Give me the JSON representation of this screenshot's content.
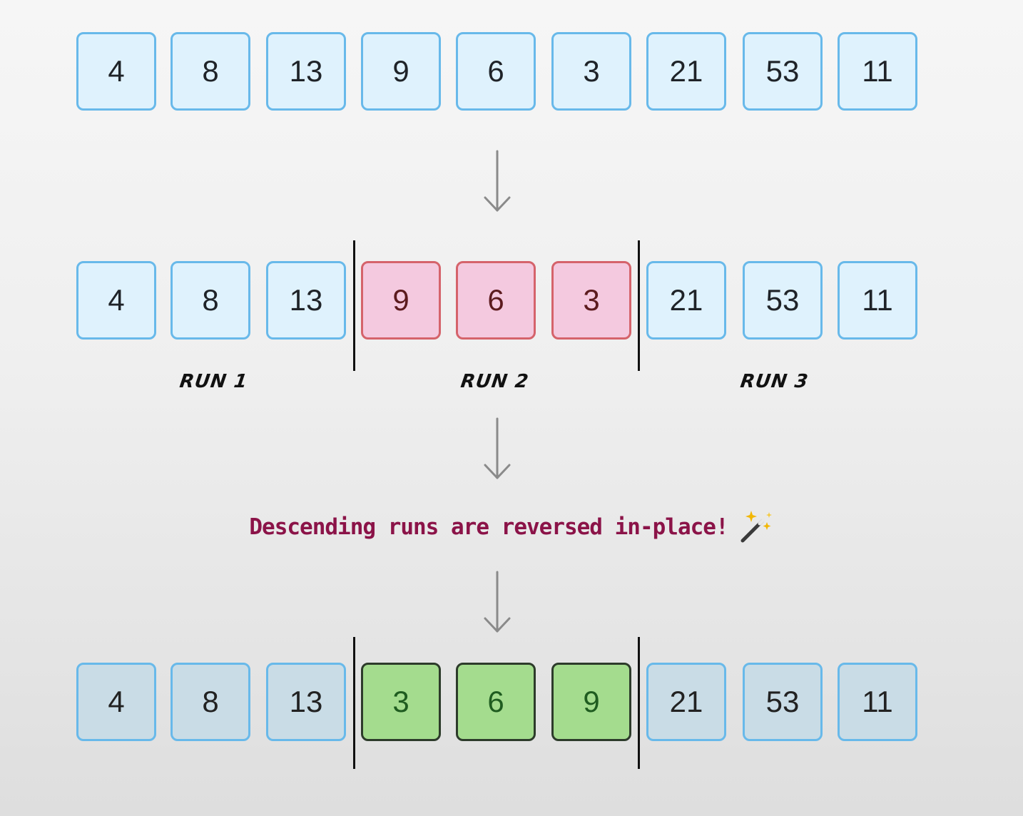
{
  "rows": [
    {
      "cells": [
        "4",
        "8",
        "13",
        "9",
        "6",
        "3",
        "21",
        "53",
        "11"
      ],
      "styles": [
        "plain",
        "plain",
        "plain",
        "plain",
        "plain",
        "plain",
        "plain",
        "plain",
        "plain"
      ]
    },
    {
      "cells": [
        "4",
        "8",
        "13",
        "9",
        "6",
        "3",
        "21",
        "53",
        "11"
      ],
      "styles": [
        "plain",
        "plain",
        "plain",
        "descending",
        "descending",
        "descending",
        "plain",
        "plain",
        "plain"
      ]
    },
    {
      "cells": [
        "4",
        "8",
        "13",
        "3",
        "6",
        "9",
        "21",
        "53",
        "11"
      ],
      "styles": [
        "dim",
        "dim",
        "dim",
        "sorted",
        "sorted",
        "sorted",
        "dim",
        "dim",
        "dim"
      ]
    }
  ],
  "runs": {
    "run_1": "Run 1",
    "run_2": "Run 2",
    "run_3": "Run 3"
  },
  "note": {
    "text": "Descending runs are reversed in-place!",
    "icon": "magic-wand-icon"
  },
  "colors": {
    "plain_fill": "#dff2fd",
    "plain_border": "#68b9ea",
    "descending_fill": "#f4c9df",
    "descending_border": "#d5636b",
    "sorted_fill": "#a4dc8e",
    "sorted_border": "#2d3b2b",
    "dim_fill": "#c9dce6",
    "note_text": "#8b1348"
  }
}
